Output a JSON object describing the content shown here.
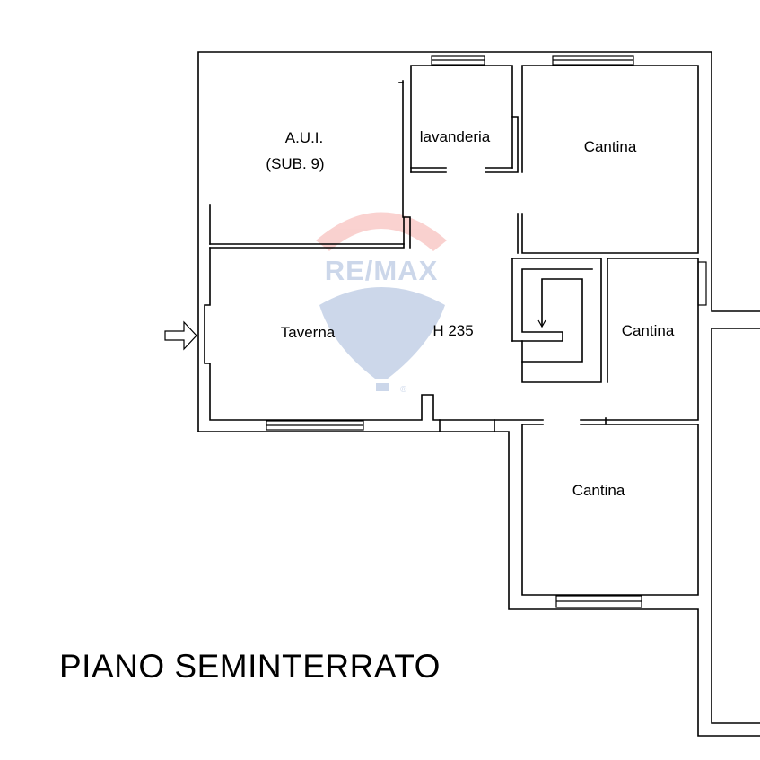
{
  "plan": {
    "title": "PIANO SEMINTERRATO",
    "rooms": {
      "aui_line1": "A.U.I.",
      "aui_line2": "(SUB. 9)",
      "lavanderia": "lavanderia",
      "cantina_top": "Cantina",
      "cantina_mid": "Cantina",
      "cantina_bottom": "Cantina",
      "taverna": "Taverna",
      "height": "H 235"
    },
    "watermark": {
      "text": "RE/MAX",
      "registered": "®",
      "colors": {
        "red": "#e8332a",
        "blue": "#1d4fa3"
      }
    },
    "entrance_arrow": "arrow-right-icon"
  }
}
